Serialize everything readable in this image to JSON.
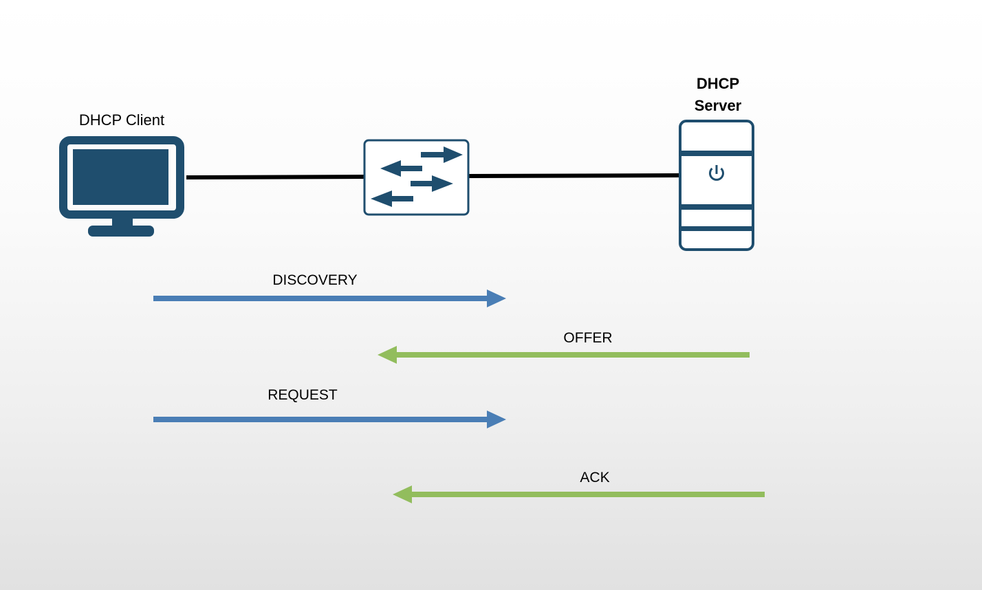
{
  "nodes": {
    "client": {
      "label": "DHCP Client"
    },
    "server": {
      "label_line1": "DHCP",
      "label_line2": "Server"
    }
  },
  "messages": [
    {
      "label": "DISCOVERY",
      "direction": "client-to-server",
      "color": "#4a7eb5"
    },
    {
      "label": "OFFER",
      "direction": "server-to-client",
      "color": "#92bd5d"
    },
    {
      "label": "REQUEST",
      "direction": "client-to-server",
      "color": "#4a7eb5"
    },
    {
      "label": "ACK",
      "direction": "server-to-client",
      "color": "#92bd5d"
    }
  ],
  "colors": {
    "device": "#1f4e6e",
    "link": "#000000",
    "client_to_server": "#4a7eb5",
    "server_to_client": "#92bd5d"
  },
  "icons": {
    "client": "monitor-icon",
    "switch": "switch-icon",
    "server": "server-tower-icon"
  }
}
